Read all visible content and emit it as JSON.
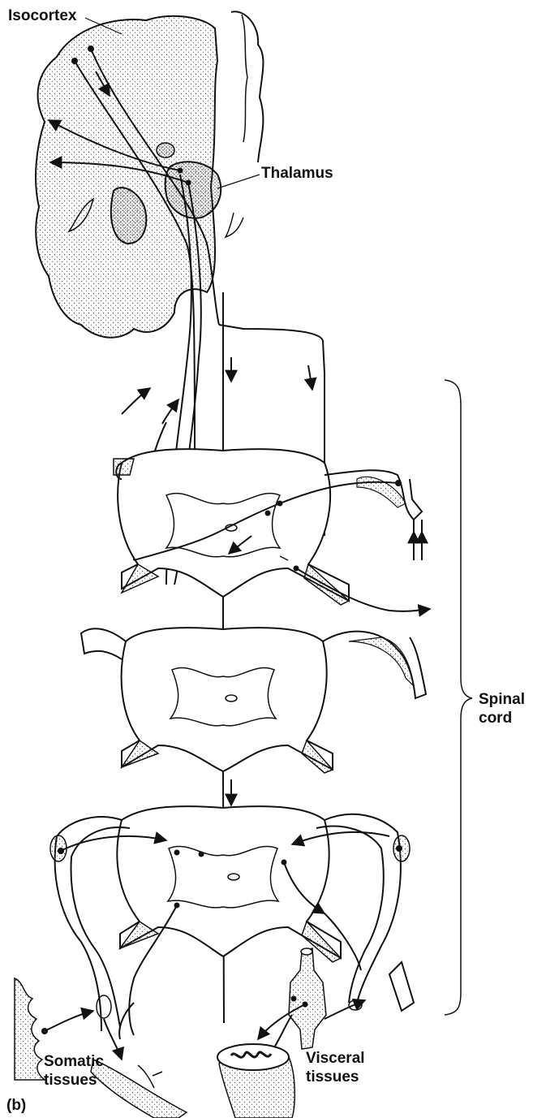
{
  "figure": {
    "panel_label": "(b)",
    "colors": {
      "ink": "#111111",
      "stipple": "#555555",
      "background": "#ffffff"
    }
  },
  "labels": {
    "isocortex": "Isocortex",
    "thalamus": "Thalamus",
    "spinal_cord": [
      "Spinal",
      "cord"
    ],
    "somatic_tissues": [
      "Somatic",
      "tissues"
    ],
    "visceral_tissues": [
      "Visceral",
      "tissues"
    ]
  }
}
